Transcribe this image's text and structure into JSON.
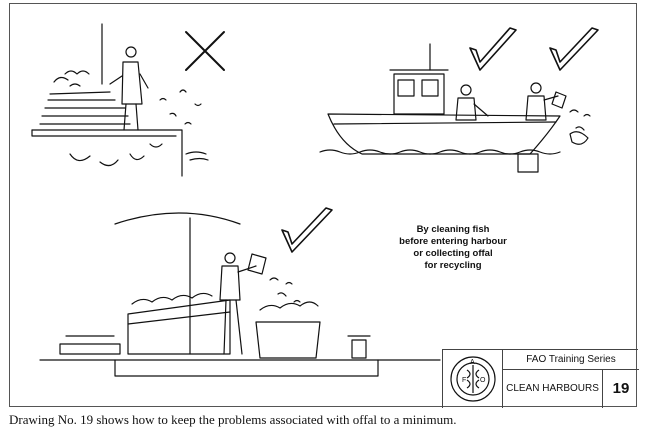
{
  "illustration": {
    "note_lines": [
      "By cleaning fish",
      "before entering harbour",
      "or collecting offal",
      "for recycling"
    ],
    "marks": {
      "top_left": "cross",
      "top_right_1": "check",
      "top_right_2": "check",
      "bottom_scene": "check"
    }
  },
  "title_block": {
    "series": "FAO Training Series",
    "title": "CLEAN HARBOURS",
    "number": "19",
    "logo": "fao-emblem",
    "logo_text": "FAO FIAT PANIS"
  },
  "caption": "Drawing No. 19 shows how to keep the problems associated with offal to a minimum.",
  "colors": {
    "ink": "#111111",
    "paper": "#ffffff"
  }
}
